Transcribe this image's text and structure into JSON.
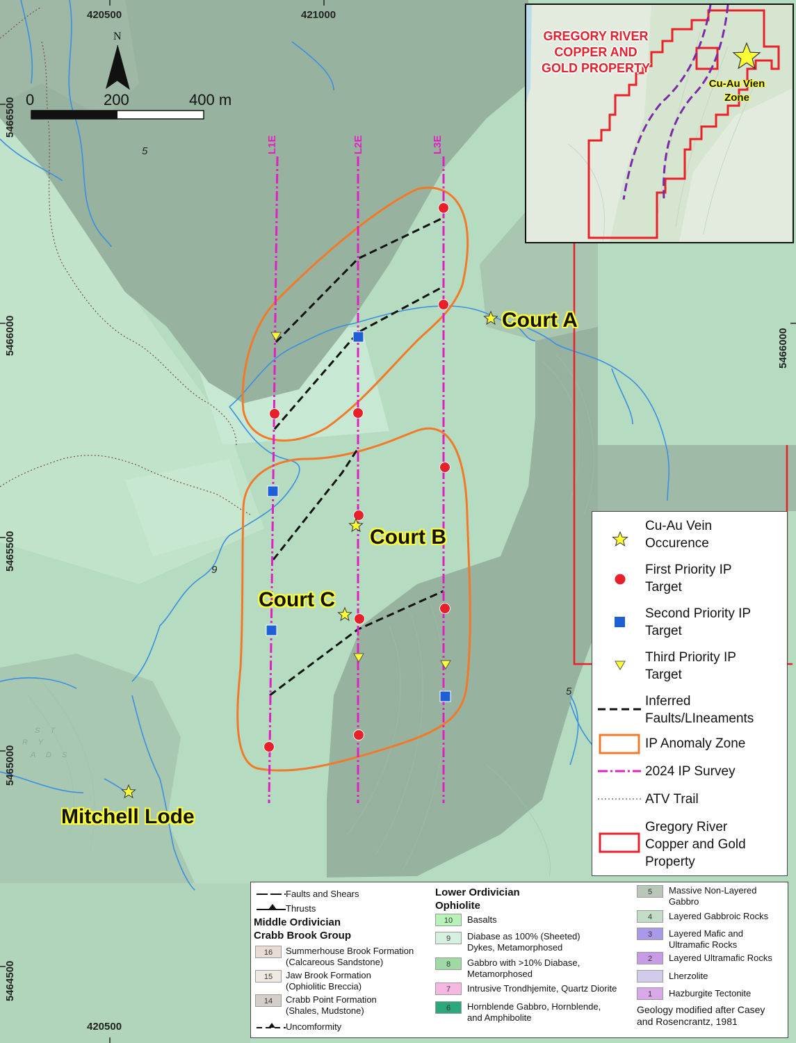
{
  "map": {
    "top_eastings": [
      "420500",
      "421000"
    ],
    "bottom_easting": "420500",
    "left_northings": [
      "5466500",
      "5466000",
      "5465500",
      "5465000",
      "5464500"
    ],
    "right_northing": "5466000",
    "north_label": "N",
    "scale_labels": [
      "0",
      "200",
      "400 m"
    ],
    "survey_lines": [
      "L1E",
      "L2E",
      "L3E"
    ],
    "sites": {
      "court_a": "Court A",
      "court_b": "Court B",
      "court_c": "Court C",
      "mitchell": "Mitchell Lode"
    },
    "geology_numbers": [
      "5",
      "9",
      "5"
    ],
    "roads_faint": [
      "S T",
      "R Y",
      "A D S"
    ],
    "colors": {
      "ip_line": "#e020c0",
      "first_priority": "#e8202a",
      "second_priority": "#1e5fd6",
      "third_priority": "#ffff33",
      "anomaly": "#f07a2a",
      "property": "#e8202a",
      "stream": "#3a8fe0"
    }
  },
  "inset": {
    "title": "GREGORY RIVER COPPER AND GOLD PROPERTY",
    "title_lines": [
      "GREGORY RIVER",
      "COPPER AND",
      "GOLD PROPERTY"
    ],
    "star_label_lines": [
      "Cu-Au Vien",
      "Zone"
    ]
  },
  "legend": {
    "items": [
      {
        "symbol": "star-icon",
        "label": "Cu-Au Vein Occurence"
      },
      {
        "symbol": "red-circle-icon",
        "label": "First Priority IP Target"
      },
      {
        "symbol": "blue-square-icon",
        "label": "Second Priority IP Target"
      },
      {
        "symbol": "yellow-triangle-icon",
        "label": "Third Priority IP Target"
      },
      {
        "symbol": "dashed-line-icon",
        "label": "Inferred Faults/LIneaments"
      },
      {
        "symbol": "orange-box-icon",
        "label": "IP Anomaly Zone"
      },
      {
        "symbol": "dashdot-line-icon",
        "label": "2024 IP Survey"
      },
      {
        "symbol": "dotted-line-icon",
        "label": "ATV Trail"
      },
      {
        "symbol": "red-box-icon",
        "label": "Gregory River Copper and Gold Property"
      }
    ],
    "lines": {
      "star": [
        "Cu-Au Vein",
        "Occurence"
      ],
      "first": [
        "First Priority IP",
        "Target"
      ],
      "second": [
        "Second Priority IP",
        "Target"
      ],
      "third": [
        "Third Priority IP",
        "Target"
      ],
      "faults": [
        "Inferred",
        "Faults/LIneaments"
      ],
      "anomaly": [
        "IP Anomaly Zone"
      ],
      "survey": [
        "2024 IP Survey"
      ],
      "atv": [
        "ATV Trail"
      ],
      "property": [
        "Gregory River",
        "Copper and Gold",
        "Property"
      ]
    }
  },
  "geology_legend": {
    "faults": "Faults and Shears",
    "thrusts": "Thrusts",
    "group_head": [
      "Middle Ordivician",
      "Crabb Brook Group"
    ],
    "crabb_units": [
      {
        "code": "16",
        "color": "#e8dcd4",
        "lines": [
          "Summerhouse Brook Formation",
          "(Calcareous Sandstone)"
        ]
      },
      {
        "code": "15",
        "color": "#efe9e2",
        "lines": [
          "Jaw Brook Formation",
          "(Ophiolitic Breccia)"
        ]
      },
      {
        "code": "14",
        "color": "#d4cec6",
        "lines": [
          "Crabb Point Formation",
          "(Shales, Mudstone)"
        ]
      }
    ],
    "unconformity": "Uncomformity",
    "ophiolite_head": [
      "Lower Ordivician",
      "Ophiolite"
    ],
    "ophiolite_units": [
      {
        "code": "10",
        "color": "#b7f2b8",
        "lines": [
          "Basalts"
        ]
      },
      {
        "code": "9",
        "color": "#d6f0df",
        "lines": [
          "Diabase as 100% (Sheeted)",
          "Dykes, Metamorphosed"
        ]
      },
      {
        "code": "8",
        "color": "#9fd9a6",
        "lines": [
          "Gabbro with >10% Diabase,",
          "Metamorphosed"
        ]
      },
      {
        "code": "7",
        "color": "#f6b8e2",
        "lines": [
          "Intrusive Trondhjemite, Quartz Diorite"
        ]
      },
      {
        "code": "6",
        "color": "#2aa879",
        "lines": [
          "Hornblende Gabbro, Hornblende,",
          "and Amphibolite"
        ]
      }
    ],
    "right_units": [
      {
        "code": "5",
        "color": "#b9c7b9",
        "lines": [
          "Massive Non-Layered",
          "Gabbro"
        ]
      },
      {
        "code": "4",
        "color": "#c3dcc6",
        "lines": [
          "Layered Gabbroic Rocks"
        ]
      },
      {
        "code": "3",
        "color": "#a999e8",
        "lines": [
          "Layered Mafic and",
          "Ultramafic Rocks"
        ]
      },
      {
        "code": "2",
        "color": "#c79be6",
        "lines": [
          "Layered Ultramafic Rocks"
        ]
      },
      {
        "code": "",
        "color": "#d3cbea",
        "lines": [
          "Lherzolite"
        ]
      },
      {
        "code": "1",
        "color": "#d9a8e8",
        "lines": [
          "Hazburgite Tectonite"
        ]
      }
    ],
    "note": [
      "Geology modified after Casey",
      "and Rosencrantz, 1981"
    ]
  }
}
